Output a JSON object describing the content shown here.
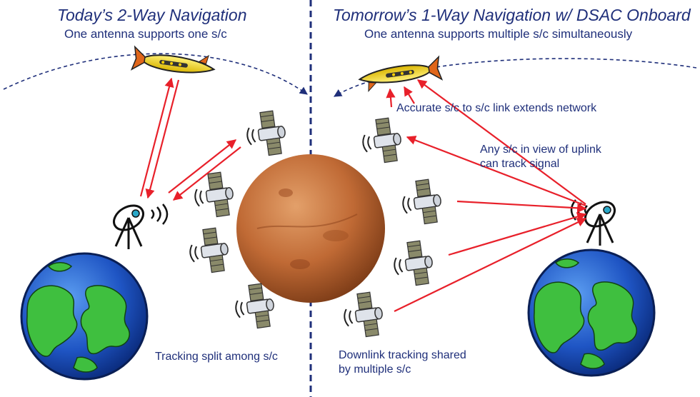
{
  "left_panel": {
    "title": "Today’s 2-Way Navigation",
    "subtitle": "One antenna supports one s/c",
    "caption": "Tracking split among s/c"
  },
  "right_panel": {
    "title": "Tomorrow’s 1-Way Navigation w/ DSAC Onboard",
    "subtitle": "One antenna supports multiple s/c simultaneously",
    "link_note": "Accurate s/c to s/c link extends network",
    "uplink_note_line1": "Any s/c in view of uplink",
    "uplink_note_line2": "can track signal",
    "caption_line1": "Downlink tracking shared",
    "caption_line2": "by multiple s/c"
  },
  "colors": {
    "text": "#1f2f7a",
    "arrow": "#e8202a",
    "divider": "#1f2f7a",
    "ocean": "#1d4fb8",
    "land": "#3fbf3f",
    "mars": "#c8743a"
  }
}
